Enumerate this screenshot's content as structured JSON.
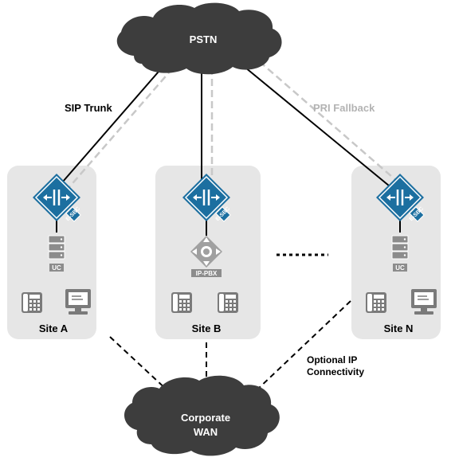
{
  "clouds": {
    "top": "PSTN",
    "bottom_line1": "Corporate",
    "bottom_line2": "WAN"
  },
  "links": {
    "sip_trunk": "SIP Trunk",
    "pri_fallback": "PRI Fallback",
    "optional_ip_line1": "Optional IP",
    "optional_ip_line2": "Connectivity"
  },
  "sites": [
    {
      "name": "Site A",
      "server_label": "UC",
      "sbc_label": "E-SBC"
    },
    {
      "name": "Site B",
      "server_label": "IP-PBX",
      "sbc_label": "E-SBC"
    },
    {
      "name": "Site N",
      "server_label": "UC",
      "sbc_label": "E-SBC"
    }
  ],
  "colors": {
    "cloud": "#3d3d3d",
    "site_box": "#e6e6e6",
    "sbc": "#1c6fa0",
    "fallback_line": "#c8c8c8",
    "pri_label": "#b3b3b3"
  }
}
